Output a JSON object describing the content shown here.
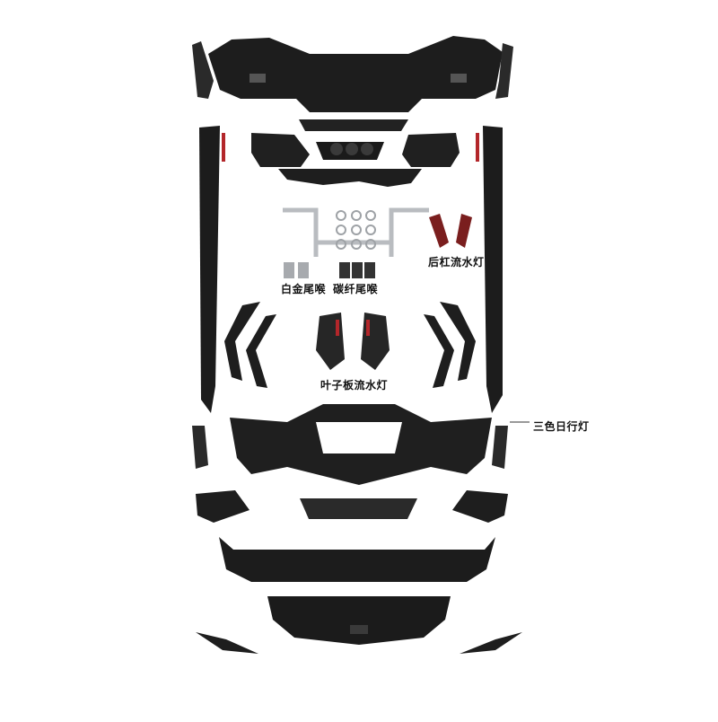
{
  "labels": {
    "rear_bumper_light": "后杠流水灯",
    "white_exhaust_tip": "白金尾喉",
    "carbon_exhaust_tip": "碳纤尾喉",
    "fender_flow_light": "叶子板流水灯",
    "tricolor_drl": "三色日行灯"
  },
  "colors": {
    "part_black": "#1b1b1b",
    "part_dark": "#2a2a2a",
    "chrome": "#b9bcc0",
    "red_accent": "#b3262a"
  }
}
